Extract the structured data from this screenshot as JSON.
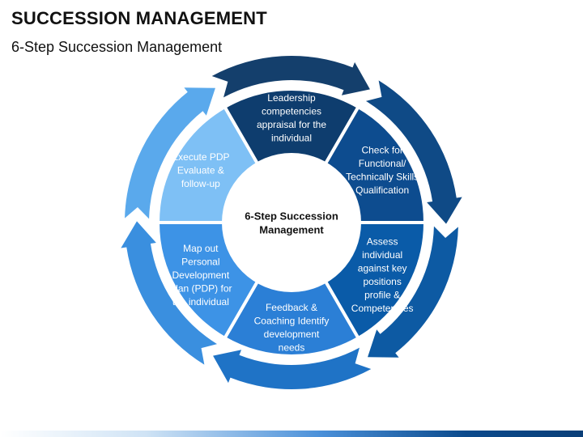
{
  "slide": {
    "title": "SUCCESSION MANAGEMENT",
    "subtitle": "6-Step Succession Management"
  },
  "diagram": {
    "center_label": [
      "6-Step Succession",
      "Management"
    ],
    "steps": [
      {
        "lines": [
          "Leadership",
          "competencies",
          "appraisal for the",
          "individual"
        ],
        "color": "#0e3d6e",
        "ring_color": "#143f6c"
      },
      {
        "lines": [
          "Check for",
          "Functional/",
          "Technically Skills",
          "Qualification"
        ],
        "color": "#0d4c8f",
        "ring_color": "#0f4a86"
      },
      {
        "lines": [
          "Assess",
          "individual",
          "against key",
          "positions",
          "profile &",
          "Competencies"
        ],
        "color": "#0a5ba8",
        "ring_color": "#0d5aa3"
      },
      {
        "lines": [
          "Feedback &",
          "Coaching Identify",
          "development",
          "needs"
        ],
        "color": "#2b7fd6",
        "ring_color": "#1f73c6"
      },
      {
        "lines": [
          "Map out",
          "Personal",
          "Development",
          "Plan (PDP) for",
          "the individual"
        ],
        "color": "#3d93e6",
        "ring_color": "#3a8fdf"
      },
      {
        "lines": [
          "Execute PDP",
          "Evaluate &",
          "follow-up"
        ],
        "color": "#7ec0f5",
        "ring_color": "#5aa9ec"
      }
    ],
    "text_color": "#ffffff",
    "center_text_color": "#111111"
  }
}
